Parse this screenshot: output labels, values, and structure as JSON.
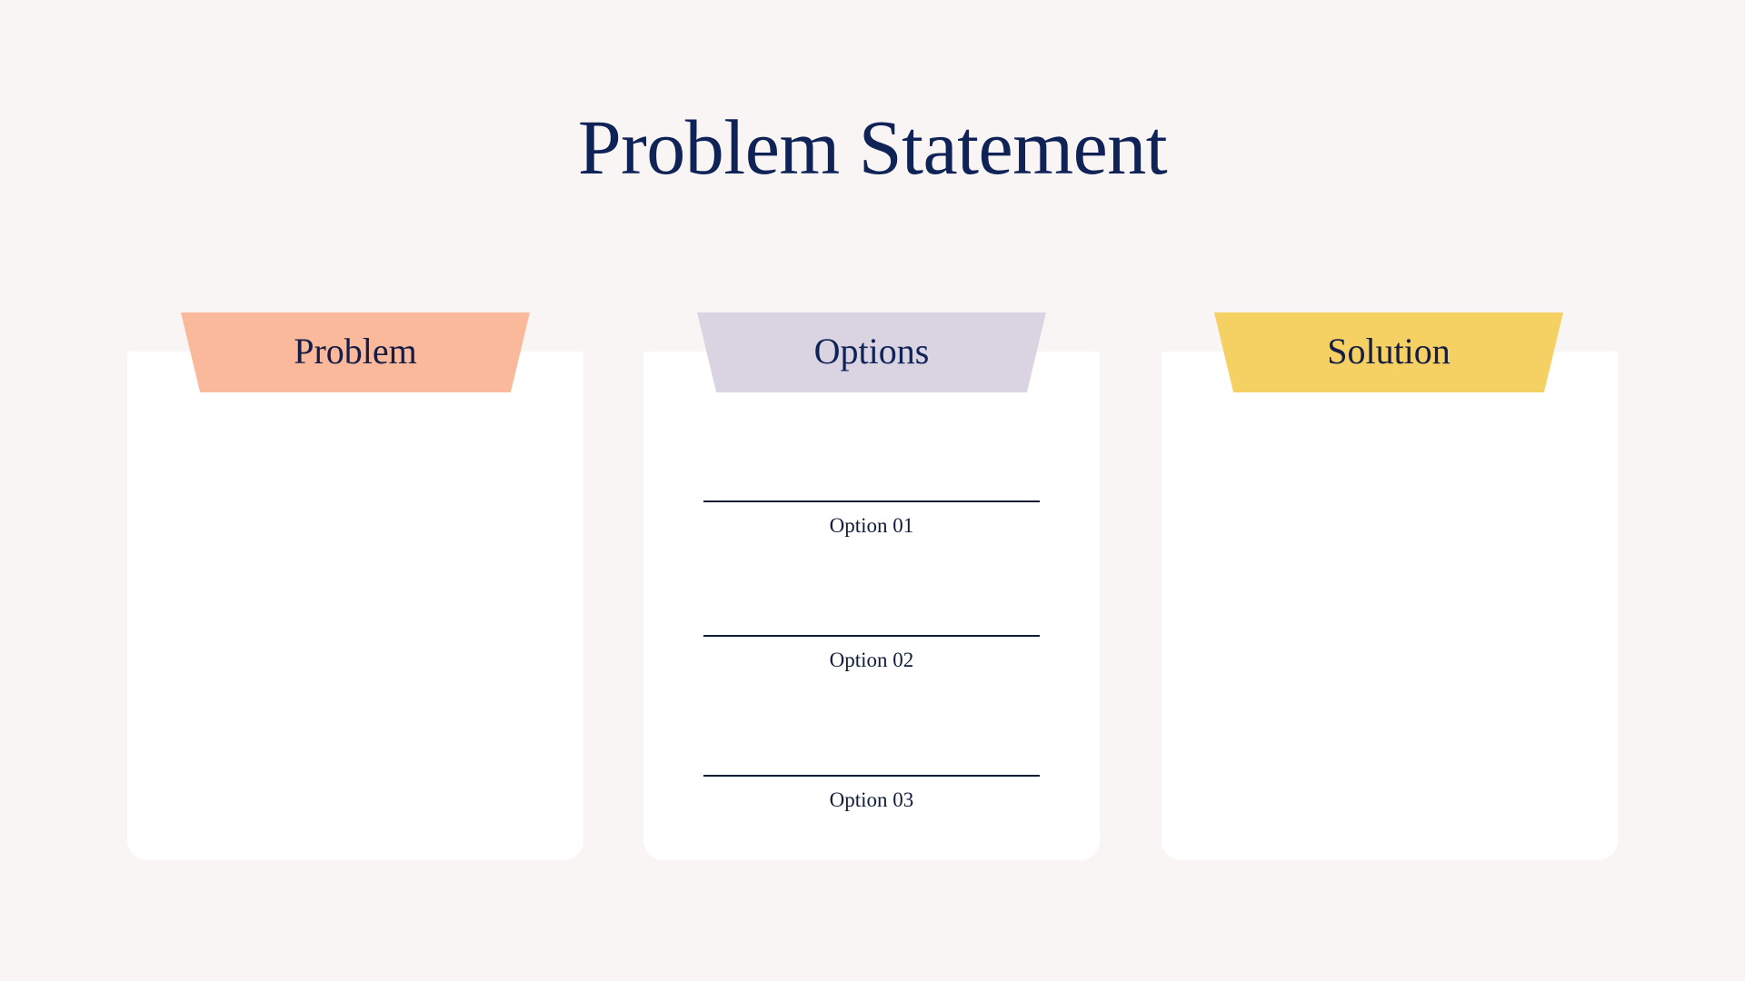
{
  "slide": {
    "title": "Problem Statement",
    "background_color": "#faf5f5",
    "title_color": "#0f2357"
  },
  "columns": [
    {
      "heading": "Problem",
      "tab_color": "#fab99b",
      "items": []
    },
    {
      "heading": "Options",
      "tab_color": "#dad3e2",
      "items": [
        {
          "label": "Option 01"
        },
        {
          "label": "Option 02"
        },
        {
          "label": "Option 03"
        }
      ]
    },
    {
      "heading": "Solution",
      "tab_color": "#f5d063",
      "items": []
    }
  ]
}
